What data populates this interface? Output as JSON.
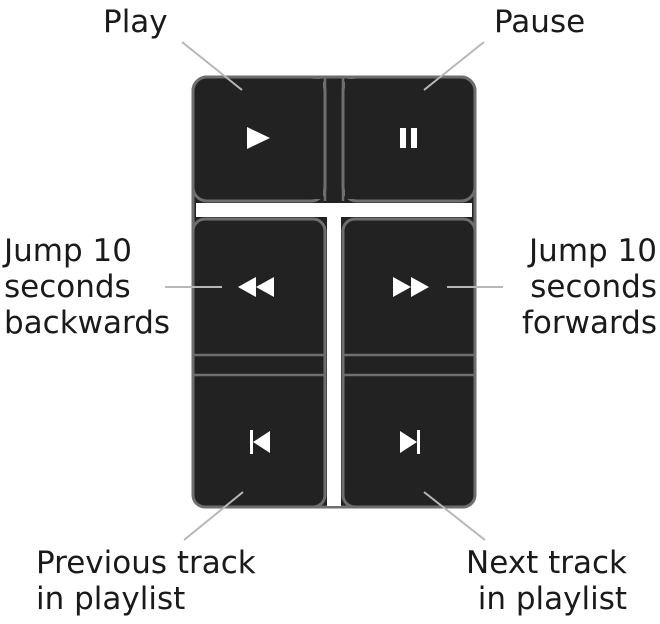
{
  "labels": {
    "play": "Play",
    "pause": "Pause",
    "jump_back_lines": [
      "Jump  10",
      "seconds",
      "backwards"
    ],
    "jump_forward_lines": [
      "Jump  10",
      "seconds",
      "forwards"
    ],
    "previous_lines": [
      "Previous track",
      "in playlist"
    ],
    "next_lines": [
      "Next track",
      "in playlist"
    ]
  },
  "colors": {
    "button_fill": "#222222",
    "button_border": "#6e6e6e",
    "leader_line": "#b7b7b7",
    "glyph": "#ffffff"
  },
  "icons": [
    "play-icon",
    "pause-icon",
    "rewind-icon",
    "fast-forward-icon",
    "previous-track-icon",
    "next-track-icon"
  ]
}
